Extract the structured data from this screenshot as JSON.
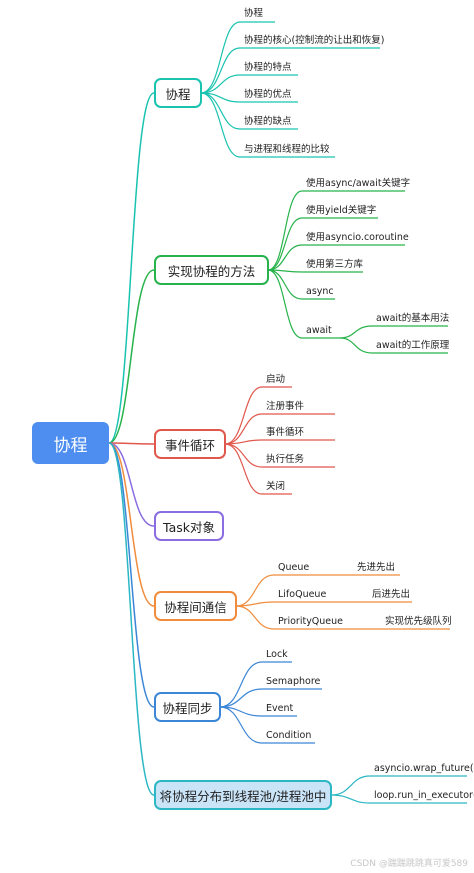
{
  "root": {
    "label": "协程"
  },
  "branches": [
    {
      "label": "协程",
      "color": "#19c3b0",
      "items": [
        "协程",
        "协程的核心(控制流的让出和恢复)",
        "协程的特点",
        "协程的优点",
        "协程的缺点",
        "与进程和线程的比较"
      ]
    },
    {
      "label": "实现协程的方法",
      "color": "#27b34b",
      "items": [
        "使用async/await关键字",
        "使用yield关键字",
        "使用asyncio.coroutine",
        "使用第三方库",
        "async",
        "await"
      ],
      "await_sub": [
        "await的基本用法",
        "await的工作原理"
      ]
    },
    {
      "label": "事件循环",
      "color": "#e0574c",
      "items": [
        "启动",
        "注册事件",
        "事件循环",
        "执行任务",
        "关闭"
      ]
    },
    {
      "label": "Task对象",
      "color": "#8a6de0",
      "items": []
    },
    {
      "label": "协程间通信",
      "color": "#f08c3c",
      "items": [
        "Queue",
        "LifoQueue",
        "PriorityQueue"
      ],
      "descriptions": [
        "先进先出",
        "后进先出",
        "实现优先级队列"
      ]
    },
    {
      "label": "协程同步",
      "color": "#3b86d6",
      "items": [
        "Lock",
        "Semaphore",
        "Event",
        "Condition"
      ]
    },
    {
      "label": "将协程分布到线程池/进程池中",
      "color": "#2bb7c4",
      "items": [
        "asyncio.wrap_future()",
        "loop.run_in_executor()"
      ]
    }
  ],
  "watermark": "CSDN @踹踹跳跳真可爱589"
}
